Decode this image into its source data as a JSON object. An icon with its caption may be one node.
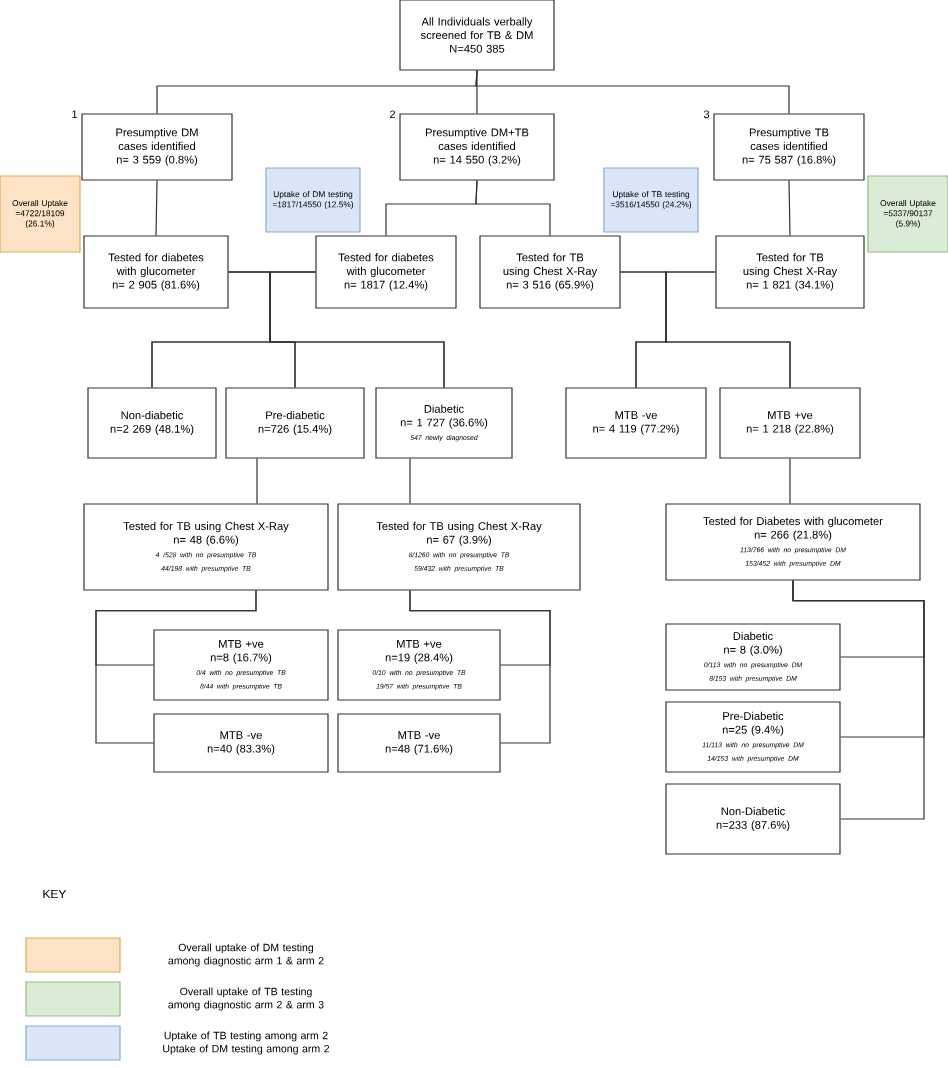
{
  "diagram": {
    "nodes": [
      {
        "text": [
          "All Individuals verbally screened for TB & DM",
          "N=450 385"
        ]
      },
      {
        "text": [
          "Presumptive DM cases identified",
          "n= 3 559 (0.8%)"
        ],
        "beside": [
          "1"
        ]
      },
      {
        "text": [
          "Presumptive DM+TB cases identified",
          "n= 14 550 (3.2%)"
        ],
        "beside": [
          "2"
        ]
      },
      {
        "text": [
          "Presumptive TB cases identified",
          "n= 75 587 (16.8%)"
        ],
        "beside": [
          "3"
        ]
      },
      {
        "text": [
          "Overall Uptake =4722/18109 (26.1%)"
        ]
      },
      {
        "text": [
          "Uptake of DM testing =1817/14550 (12.5%)"
        ]
      },
      {
        "text": [
          "Uptake of TB testing =3516/14550 (24.2%)"
        ]
      },
      {
        "text": [
          "Overall Uptake =5337/90137 (5.9%)"
        ]
      },
      {
        "text": [
          "Tested for diabetes with glucometer",
          "n= 2 905 (81.6%)"
        ]
      },
      {
        "text": [
          "Tested for diabetes with glucometer",
          "n= 1817 (12.4%)"
        ]
      },
      {
        "text": [
          "Tested for TB using Chest X-Ray",
          "n= 3 516 (65.9%)"
        ]
      },
      {
        "text": [
          "Tested for TB using Chest X-Ray",
          "n= 1 821 (34.1%)"
        ]
      },
      {
        "text": [
          "Non-diabetic",
          "n=2 269 (48.1%)"
        ]
      },
      {
        "text": [
          "Pre-diabetic",
          "n=726 (15.4%)"
        ]
      },
      {
        "text": [
          "Diabetic",
          "n= 1 727 (36.6%)",
          "547 newly diagnosed"
        ]
      },
      {
        "text": [
          "MTB -ve",
          "n= 4 119 (77.2%)"
        ]
      },
      {
        "text": [
          "MTB +ve",
          "n= 1 218 (22.8%)"
        ]
      },
      {
        "text": [
          "Tested for TB using Chest X-Ray",
          "n= 48 (6.6%)",
          "4 /528 with no presumptive TB",
          "44/198 with presumptive TB"
        ]
      },
      {
        "text": [
          "Tested for TB using Chest X-Ray",
          "n= 67 (3.9%)",
          "8/1260 with no presumptive TB",
          "59/432 with presumptive TB"
        ]
      },
      {
        "text": [
          "Tested for Diabetes with glucometer",
          "n= 266 (21.8%)",
          "113/766 with no presumptive DM",
          "153/452 with presumptive DM"
        ]
      },
      {
        "text": [
          "MTB +ve",
          "n=8 (16.7%)",
          "0/4 with no presumptive TB",
          "8/44 with presumptive TB"
        ]
      },
      {
        "text": [
          "MTB +ve",
          "n=19 (28.4%)",
          "0/10 with no presumptive TB",
          "19/57 with presumptive TB"
        ]
      },
      {
        "text": [
          "MTB -ve",
          "n=40 (83.3%)"
        ]
      },
      {
        "text": [
          "MTB -ve",
          "n=48 (71.6%)"
        ]
      },
      {
        "text": [
          "Diabetic",
          "n= 8 (3.0%)",
          "0/113 with no presumptive DM",
          "8/153 with presumptive DM"
        ]
      },
      {
        "text": [
          "Pre-Diabetic",
          "n=25 (9.4%)",
          "11/113 with no presumptive DM",
          "14/153 with presumptive DM"
        ]
      },
      {
        "text": [
          "Non-Diabetic",
          "n=233 (87.6%)"
        ]
      }
    ],
    "edges": [
      {
        "from": 0,
        "to": 1,
        "arrow": "none"
      },
      {
        "from": 0,
        "to": 2,
        "arrow": "none"
      },
      {
        "from": 0,
        "to": 3,
        "arrow": "none"
      },
      {
        "from": 1,
        "to": 8,
        "arrow": "none"
      },
      {
        "from": 2,
        "to": 9,
        "arrow": "none"
      },
      {
        "from": 2,
        "to": 10,
        "arrow": "none"
      },
      {
        "from": 3,
        "to": 11,
        "arrow": "none"
      },
      {
        "from": 8,
        "to": 12,
        "arrow": "none"
      },
      {
        "from": 8,
        "to": 13,
        "arrow": "none"
      },
      {
        "from": 8,
        "to": 14,
        "arrow": "none"
      },
      {
        "from": 9,
        "to": 12,
        "arrow": "none"
      },
      {
        "from": 9,
        "to": 13,
        "arrow": "none"
      },
      {
        "from": 9,
        "to": 14,
        "arrow": "none"
      },
      {
        "from": 10,
        "to": 15,
        "arrow": "none"
      },
      {
        "from": 10,
        "to": 16,
        "arrow": "none"
      },
      {
        "from": 11,
        "to": 15,
        "arrow": "none"
      },
      {
        "from": 11,
        "to": 16,
        "arrow": "none"
      },
      {
        "from": 13,
        "to": 17,
        "arrow": "none"
      },
      {
        "from": 14,
        "to": 18,
        "arrow": "none"
      },
      {
        "from": 16,
        "to": 19,
        "arrow": "none"
      },
      {
        "from": 17,
        "to": 20,
        "arrow": "none"
      },
      {
        "from": 17,
        "to": 22,
        "arrow": "none"
      },
      {
        "from": 18,
        "to": 21,
        "arrow": "none"
      },
      {
        "from": 18,
        "to": 23,
        "arrow": "none"
      },
      {
        "from": 19,
        "to": 24,
        "arrow": "none"
      },
      {
        "from": 19,
        "to": 25,
        "arrow": "none"
      },
      {
        "from": 19,
        "to": 26,
        "arrow": "none"
      }
    ],
    "labels": [
      "KEY"
    ],
    "legend": [
      {
        "text": "Overall uptake of DM testing among diagnostic arm 1 & arm 2",
        "color": "#fde3c6"
      },
      {
        "text": "Overall uptake of TB testing among diagnostic arm 2 & arm 3",
        "color": "#dcebd5"
      },
      {
        "text": "Uptake of TB testing among arm 2 Uptake of DM testing among arm 2",
        "color": "#dae6f8"
      }
    ]
  }
}
